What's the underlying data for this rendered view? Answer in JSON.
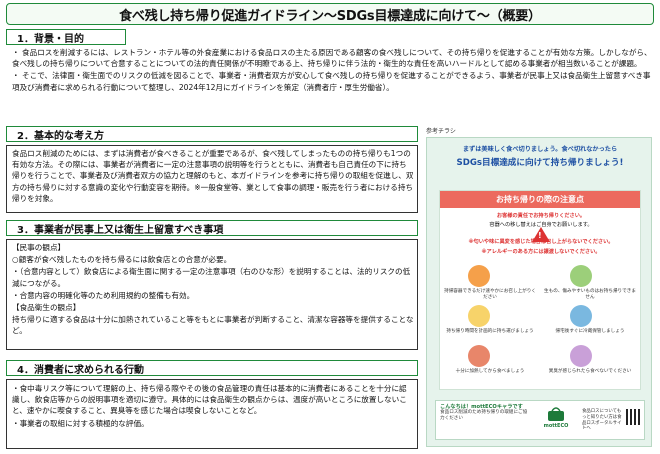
{
  "title": "食べ残し持ち帰り促進ガイドライン～SDGs目標達成に向けて～（概要）",
  "sections": {
    "s1": {
      "heading": "1．背景・目的",
      "p1": "・ 食品ロスを削減するには、レストラン・ホテル等の外食産業における食品ロスの主たる原因である顧客の食べ残しについて、その持ち帰りを促進することが有効な方策。しかしながら、食べ残しの持ち帰りについて合意することについての法的責任関係が不明瞭である上、持ち帰りに伴う法的・衛生的な責任を高いハードルとして認める事業者が相当数いることが課題。",
      "p2": "・ そこで、法律面・衛生面でのリスクの低減を図ることで、事業者・消費者双方が安心して食べ残しの持ち帰りを促進することができるよう、事業者が民事上又は食品衛生上留意すべき事項及び消費者に求められる行動について整理し、2024年12月にガイドラインを策定（消費者庁・厚生労働省）。"
    },
    "s2": {
      "heading": "2．基本的な考え方",
      "p1": "食品ロス削減のためには、まずは消費者が食べきることが重要であるが、食べ残してしまったものの持ち帰りも1つの有効な方法。その際には、事業者が消費者に一定の注意事項の説明等を行うとともに、消費者も自己責任の下に持ち帰りを行うことで、事業者及び消費者双方の協力と理解のもと、本ガイドラインを参考に持ち帰りの取組を促進し、双方の持ち帰りに対する意識の変化や行動変容を期待。※一般食堂等、業として食事の調理・販売を行う者における持ち帰りを対象。"
    },
    "s3": {
      "heading": "3．事業者が民事上又は衛生上留意すべき事項",
      "civil_head": "【民事の観点】",
      "civil_1": "○顧客が食べ残したものを持ち帰るには飲食店との合意が必要。",
      "civil_2": "・（合意内容として）飲食店による衛生面に関する一定の注意事項（右のひな形）を説明することは、法的リスクの低減につながる。",
      "civil_3": "・合意内容の明確化等のため利用規約の整備も有効。",
      "hyg_head": "【食品衛生の観点】",
      "hyg_1": "持ち帰りに適する食品は十分に加熱されていること等をもとに事業者が判断すること、清潔な容器等を提供することなど。"
    },
    "s4": {
      "heading": "4．消費者に求められる行動",
      "p1": "・食中毒リスク等について理解の上、持ち帰る際やその後の食品管理の責任は基本的に消費者にあることを十分に認識し、飲食店等からの説明事項を適切に遵守。具体的には食品衛生の観点からは、温度が高いところに放置しないこと、速やかに喫食すること、異臭等を感じた場合は喫食しないことなど。",
      "p2": "・事業者の取組に対する積極的な評価。"
    }
  },
  "flyer": {
    "label": "参考チラシ",
    "line1": "まずは美味しく食べ切りましょう。食べ切れなかったら",
    "line2": "SDGs目標達成に向けて持ち帰りましょう!",
    "card_head": "お持ち帰りの際の注意点",
    "note1": "お客様の責任でお持ち帰りください。",
    "note2": "容器への移し替えはご自身でお願いします。",
    "note3": "※匂いや味に異変を感じた場合は召し上がらないでください。",
    "note4": "※アレルギーのある方には譲渡しないでください。",
    "cells": [
      "持帰容器できるだけ速やかにお召し上がりください",
      "生もの、傷みやすいものはお持ち帰りできません",
      "持ち帰り時間を計画的に持ち運びましょう",
      "帰宅後すぐに冷蔵保管しましょう",
      "十分に加熱してから食べましょう",
      "異臭が感じられたら食べないでください"
    ],
    "foot_title": "こんなちは！mottECOキャラです",
    "foot_text": "食品ロス削減のため持ち帰りの取組にご協力ください",
    "logo_text": "mottECO",
    "foot_right": "食品ロスについてもっと知りたい方は食品ロスポータルサイトへ"
  }
}
